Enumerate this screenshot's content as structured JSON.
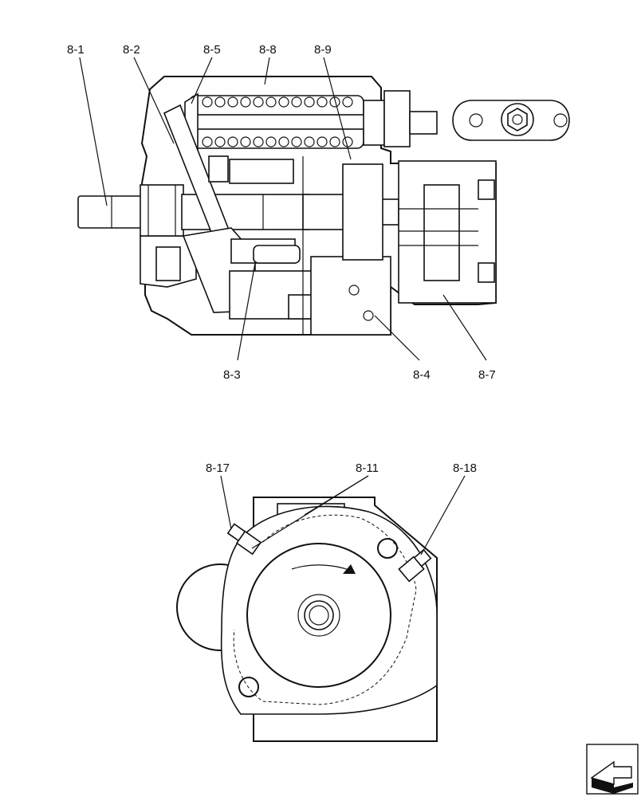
{
  "top_view": {
    "callouts": [
      {
        "id": "c81",
        "label": "8-1"
      },
      {
        "id": "c82",
        "label": "8-2"
      },
      {
        "id": "c85",
        "label": "8-5"
      },
      {
        "id": "c88",
        "label": "8-8"
      },
      {
        "id": "c89",
        "label": "8-9"
      },
      {
        "id": "c83",
        "label": "8-3"
      },
      {
        "id": "c84",
        "label": "8-4"
      },
      {
        "id": "c87",
        "label": "8-7"
      }
    ]
  },
  "front_view": {
    "callouts": [
      {
        "id": "c817",
        "label": "8-17"
      },
      {
        "id": "c811",
        "label": "8-11"
      },
      {
        "id": "c818",
        "label": "8-18"
      }
    ]
  },
  "nav": {
    "icon": "arrow-icon"
  }
}
